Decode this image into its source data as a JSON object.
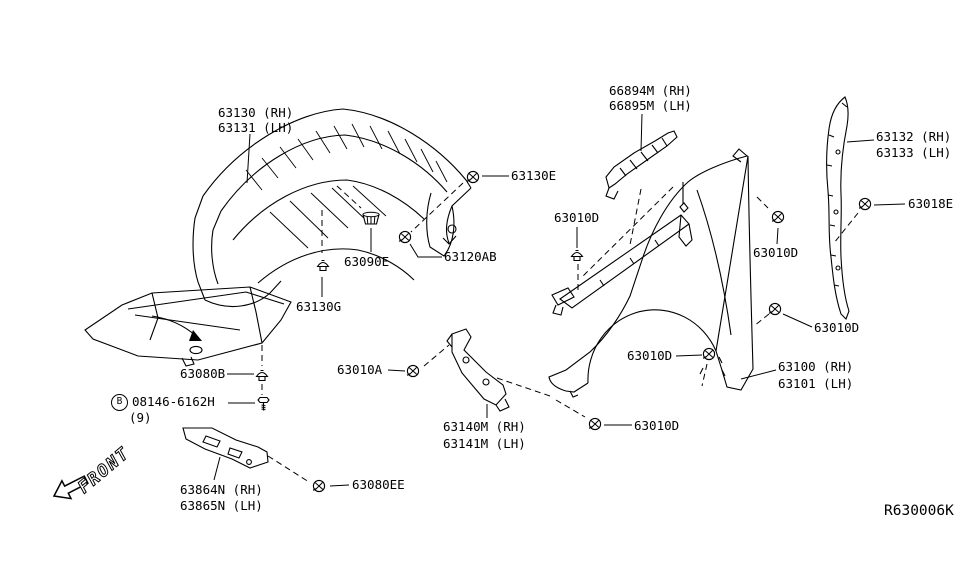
{
  "diagram": {
    "code": "R630006K",
    "front_marker": "FRONT"
  },
  "parts": {
    "fender_protector": {
      "rh": "63130 (RH)",
      "lh": "63131 (LH)"
    },
    "fender": {
      "rh": "63100 (RH)",
      "lh": "63101 (LH)"
    },
    "cowl_extension": {
      "rh": "66894M (RH)",
      "lh": "66895M (LH)"
    },
    "side_seal": {
      "rh": "63132 (RH)",
      "lh": "63133 (LH)"
    },
    "bracket": {
      "rh": "63140M (RH)",
      "lh": "63141M (LH)"
    },
    "air_guide": {
      "rh": "63864N (RH)",
      "lh": "63865N (LH)"
    },
    "fasteners": {
      "grommet_63130e": "63130E",
      "screw_63120ab": "63120AB",
      "grommet_63090e": "63090E",
      "clip_63130g": "63130G",
      "clip_63080b": "63080B",
      "bolt": {
        "prefix": "B",
        "number": "08146-6162H",
        "qty": "(9)"
      },
      "screw_63080ee": "63080EE",
      "clip_63010a": "63010A",
      "clip_63010d": "63010D",
      "clip_63018e": "63018E"
    }
  },
  "colors": {
    "line": "#000000",
    "background": "#ffffff"
  }
}
